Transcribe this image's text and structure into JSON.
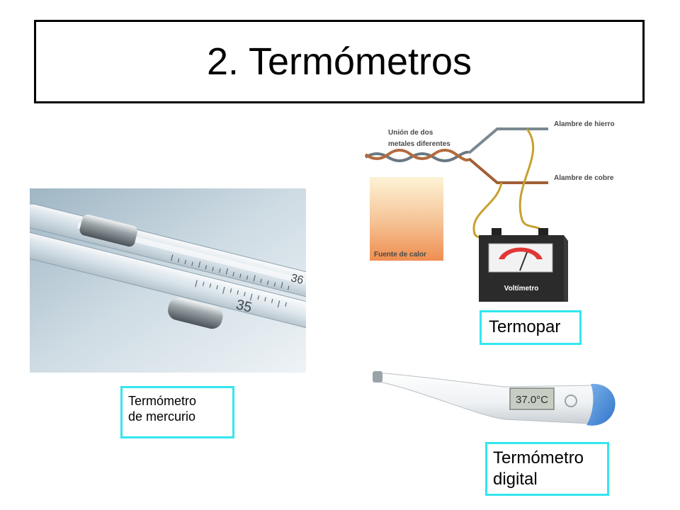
{
  "slide": {
    "title": "2. Termómetros"
  },
  "labels": {
    "mercury_line1": "Termómetro",
    "mercury_line2": "de mercurio",
    "termopar": "Termopar",
    "digital_line1": "Termómetro",
    "digital_line2": "digital"
  },
  "thermocouple_diagram": {
    "union_label_line1": "Unión de dos",
    "union_label_line2": "metales diferentes",
    "iron_wire": "Alambre de hierro",
    "copper_wire": "Alambre de cobre",
    "heat_source": "Fuente de calor",
    "voltmeter": "Voltímetro"
  },
  "mercury_thermometer": {
    "scale_numbers": [
      "35",
      "36"
    ]
  },
  "digital_thermometer": {
    "display": "37.0°C"
  },
  "colors": {
    "label_border": "#33e6f0",
    "title_border": "#000000"
  }
}
